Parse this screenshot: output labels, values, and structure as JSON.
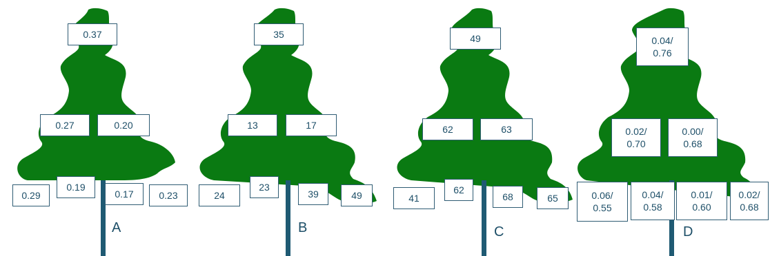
{
  "colors": {
    "foliage": "#0a7a12",
    "trunk": "#1f5a73",
    "box_border": "#2e5b73",
    "text": "#1e4f68"
  },
  "panels": [
    {
      "letter": "A",
      "top": "0.37",
      "middle": [
        "0.27",
        "0.20"
      ],
      "bottom": [
        "0.29",
        "0.19",
        "0.17",
        "0.23"
      ]
    },
    {
      "letter": "B",
      "top": "35",
      "middle": [
        "13",
        "17"
      ],
      "bottom": [
        "24",
        "23",
        "39",
        "49"
      ]
    },
    {
      "letter": "C",
      "top": "49",
      "middle": [
        "62",
        "63"
      ],
      "bottom": [
        "41",
        "62",
        "68",
        "65"
      ]
    },
    {
      "letter": "D",
      "top": "0.04/\n0.76",
      "middle": [
        "0.02/\n0.70",
        "0.00/\n0.68"
      ],
      "bottom": [
        "0.06/\n0.55",
        "0.04/\n0.58",
        "0.01/\n0.60",
        "0.02/\n0.68"
      ]
    }
  ]
}
